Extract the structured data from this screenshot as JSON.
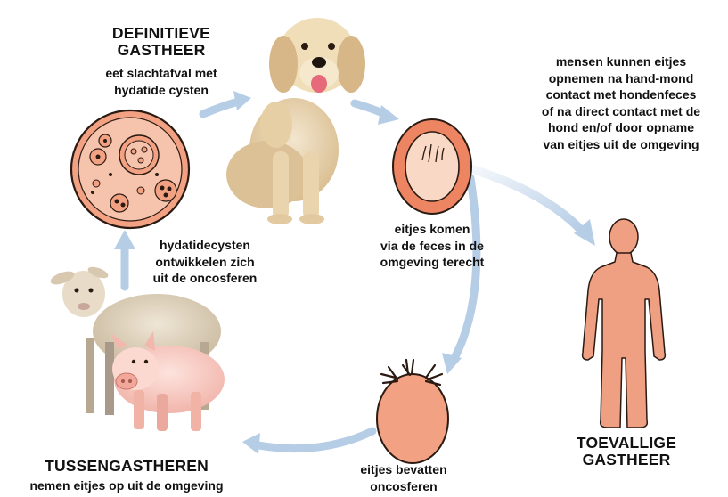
{
  "definitive_host": {
    "title_lines": [
      "DEFINITIEVE",
      "GASTHEER"
    ],
    "desc_lines": [
      "eet slachtafval met",
      "hydatide cysten"
    ]
  },
  "accidental_host_note": {
    "lines": [
      "mensen kunnen eitjes",
      "opnemen na hand-mond",
      "contact met hondenfeces",
      "of na direct contact met de",
      "hond en/of door opname",
      "van eitjes uit de omgeving"
    ]
  },
  "eggs_in_feces": {
    "lines": [
      "eitjes komen",
      "via de feces in de",
      "omgeving terecht"
    ]
  },
  "cyst_development": {
    "lines": [
      "hydatidecysten",
      "ontwikkelen zich",
      "uit de oncosferen"
    ]
  },
  "accidental_host": {
    "title_lines": [
      "TOEVALLIGE",
      "GASTHEER"
    ]
  },
  "intermediate_hosts": {
    "title": "TUSSENGASTHEREN",
    "desc": "nemen eitjes op uit de omgeving"
  },
  "eggs_contain": {
    "lines": [
      "eitjes bevatten",
      "oncosferen"
    ]
  },
  "colors": {
    "arrow": "#b6cde6",
    "organism_fill": "#f2a283",
    "organism_stroke": "#2a1a12",
    "human_fill": "#ef9f82"
  }
}
